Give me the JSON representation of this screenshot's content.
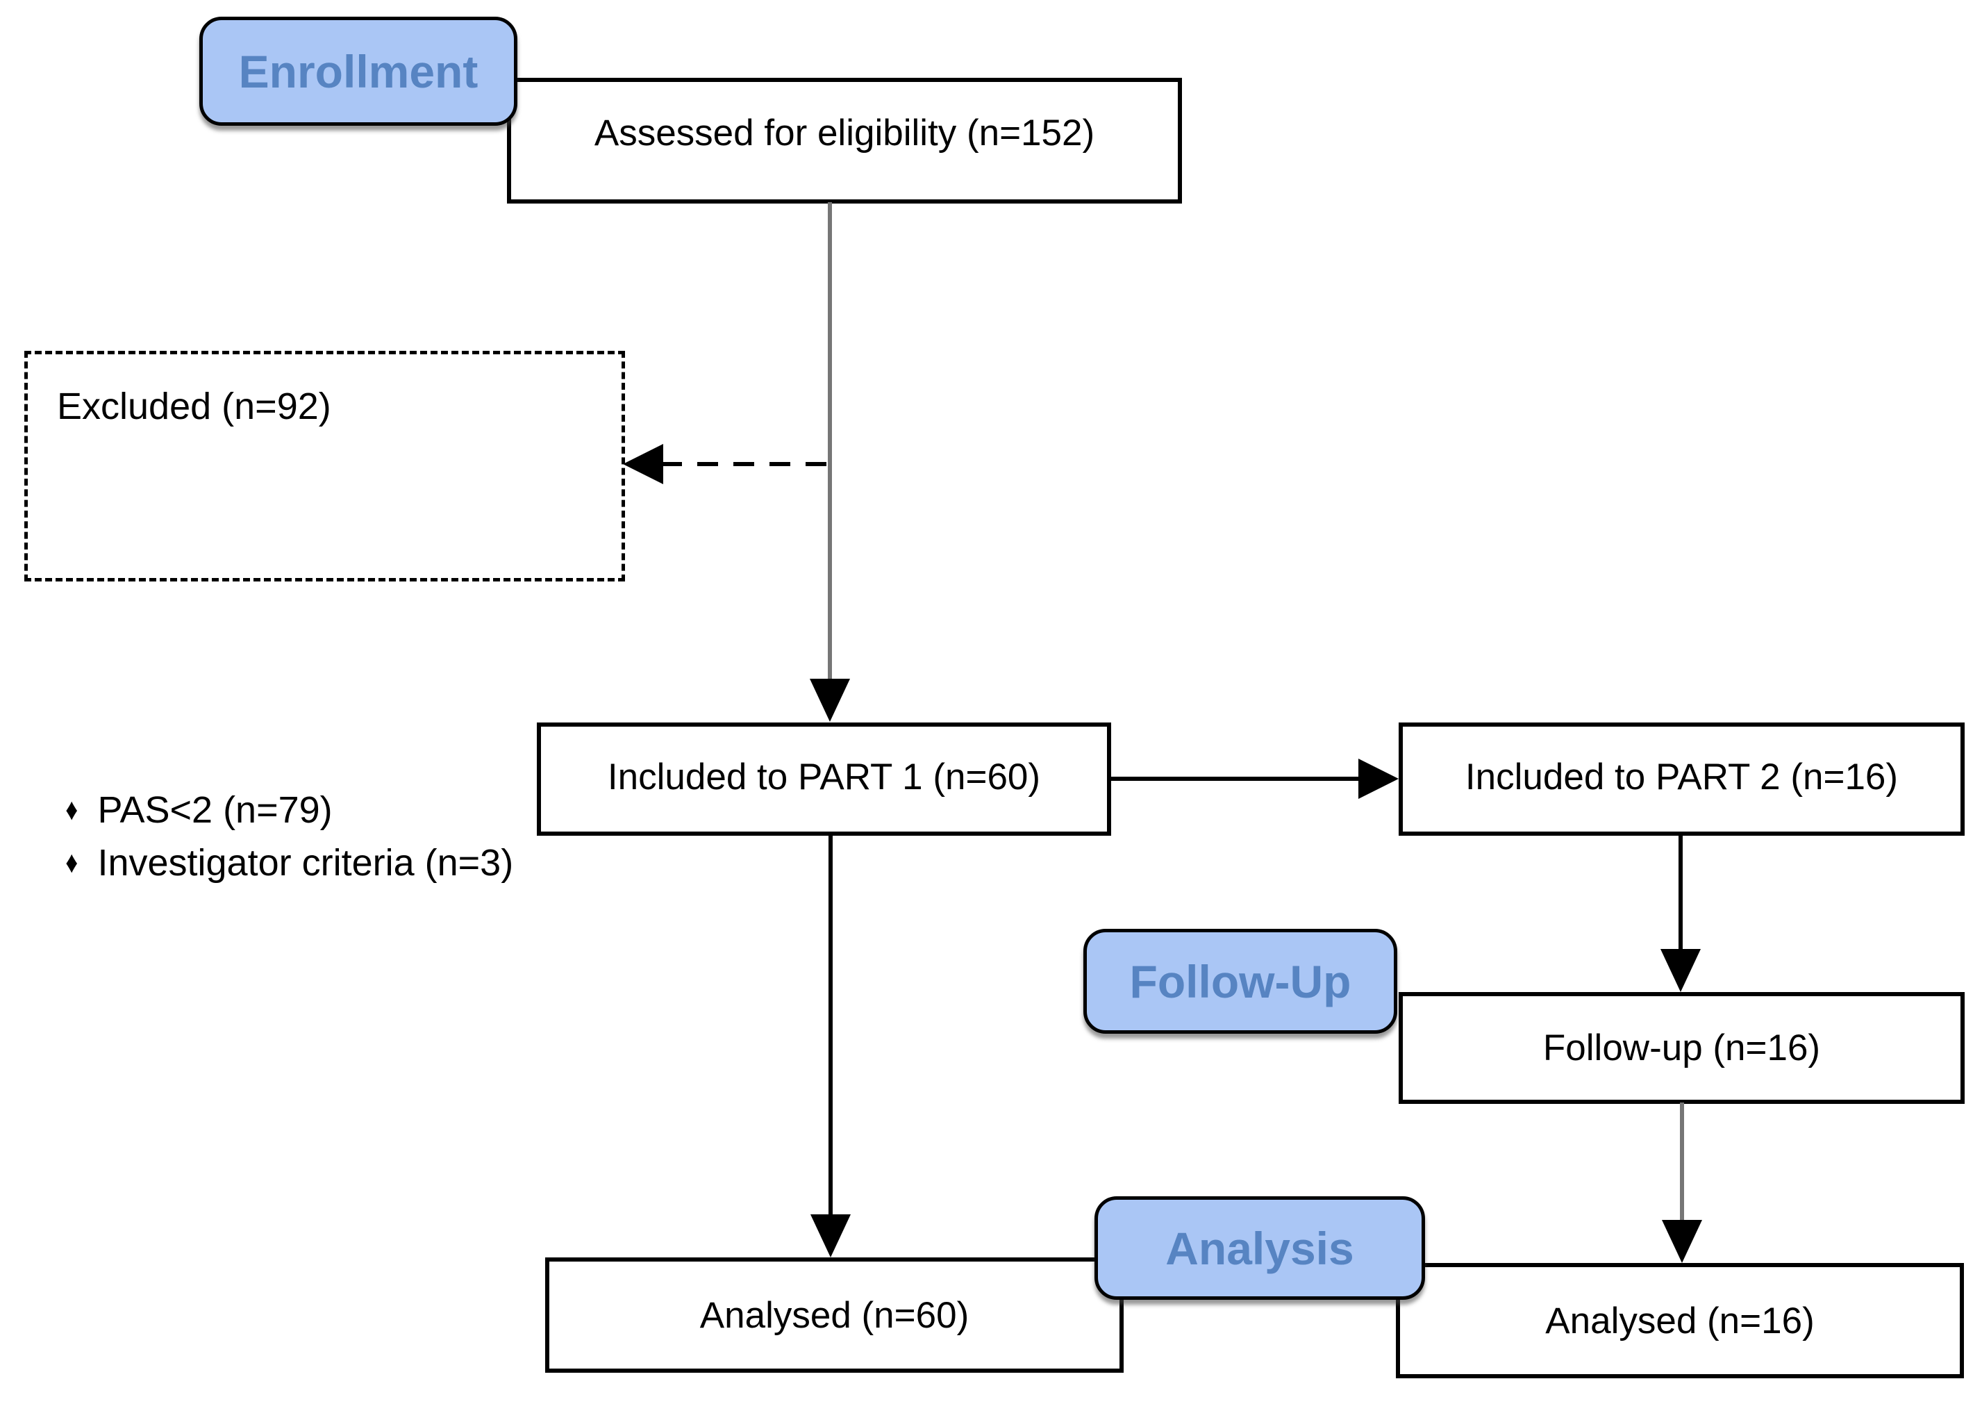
{
  "stages": {
    "enrollment": "Enrollment",
    "followup": "Follow-Up",
    "analysis": "Analysis"
  },
  "boxes": {
    "assessed": "Assessed for eligibility (n=152)",
    "part1": "Included to PART 1 (n=60)",
    "part2": "Included to PART 2 (n=16)",
    "followup": "Follow-up (n=16)",
    "analysed_part1": "Analysed (n=60)",
    "analysed_part2": "Analysed (n=16)"
  },
  "excluded": {
    "title": "Excluded (n=92)",
    "bullet_glyph": "♦",
    "bullets": [
      "PAS<2 (n=79)",
      "Investigator criteria (n=3)"
    ]
  },
  "colors": {
    "stage_fill": "#aac6f5",
    "stage_text": "#5784c2",
    "box_border": "#000000",
    "gray_line": "#767676",
    "black_line": "#000000",
    "background": "#ffffff"
  }
}
